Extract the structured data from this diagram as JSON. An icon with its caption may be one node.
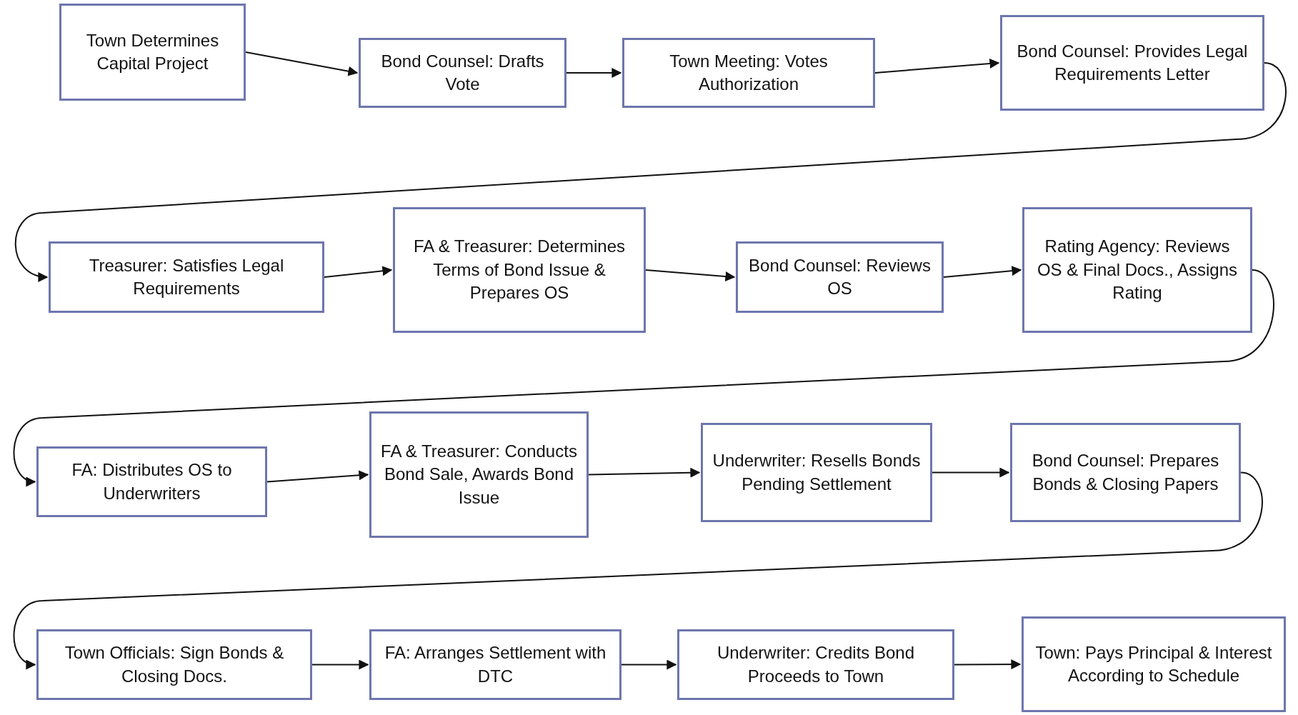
{
  "diagram": {
    "nodes": [
      {
        "text": [
          "Town Determines Capital Project"
        ]
      },
      {
        "text": [
          "Bond Counsel: Drafts Vote"
        ]
      },
      {
        "text": [
          "Town Meeting: Votes Authorization"
        ]
      },
      {
        "text": [
          "Bond Counsel: Provides Legal Requirements Letter"
        ]
      },
      {
        "text": [
          "Treasurer: Satisfies Legal Requirements"
        ]
      },
      {
        "text": [
          "FA & Treasurer: Determines Terms of Bond Issue & Prepares OS"
        ]
      },
      {
        "text": [
          "Bond Counsel: Reviews OS"
        ]
      },
      {
        "text": [
          "Rating Agency: Reviews OS & Final Docs., Assigns Rating"
        ]
      },
      {
        "text": [
          "FA: Distributes OS to Underwriters"
        ]
      },
      {
        "text": [
          "FA & Treasurer: Conducts Bond Sale, Awards Bond Issue"
        ]
      },
      {
        "text": [
          "Underwriter: Resells Bonds Pending Settlement"
        ]
      },
      {
        "text": [
          "Bond Counsel: Prepares Bonds & Closing Papers"
        ]
      },
      {
        "text": [
          "Town Officials: Sign Bonds & Closing Docs."
        ]
      },
      {
        "text": [
          "FA: Arranges Settlement with DTC"
        ]
      },
      {
        "text": [
          "Underwriter: Credits Bond Proceeds to Town"
        ]
      },
      {
        "text": [
          "Town: Pays Principal & Interest According to Schedule"
        ]
      }
    ],
    "edges": [
      {
        "from": 0,
        "to": 1,
        "arrow": "to"
      },
      {
        "from": 1,
        "to": 2,
        "arrow": "to"
      },
      {
        "from": 2,
        "to": 3,
        "arrow": "to"
      },
      {
        "from": 3,
        "to": 4,
        "arrow": "to"
      },
      {
        "from": 4,
        "to": 5,
        "arrow": "to"
      },
      {
        "from": 5,
        "to": 6,
        "arrow": "to"
      },
      {
        "from": 6,
        "to": 7,
        "arrow": "to"
      },
      {
        "from": 7,
        "to": 8,
        "arrow": "to"
      },
      {
        "from": 8,
        "to": 9,
        "arrow": "to"
      },
      {
        "from": 9,
        "to": 10,
        "arrow": "to"
      },
      {
        "from": 10,
        "to": 11,
        "arrow": "to"
      },
      {
        "from": 11,
        "to": 12,
        "arrow": "to"
      },
      {
        "from": 12,
        "to": 13,
        "arrow": "to"
      },
      {
        "from": 13,
        "to": 14,
        "arrow": "to"
      },
      {
        "from": 14,
        "to": 15,
        "arrow": "to"
      }
    ]
  }
}
